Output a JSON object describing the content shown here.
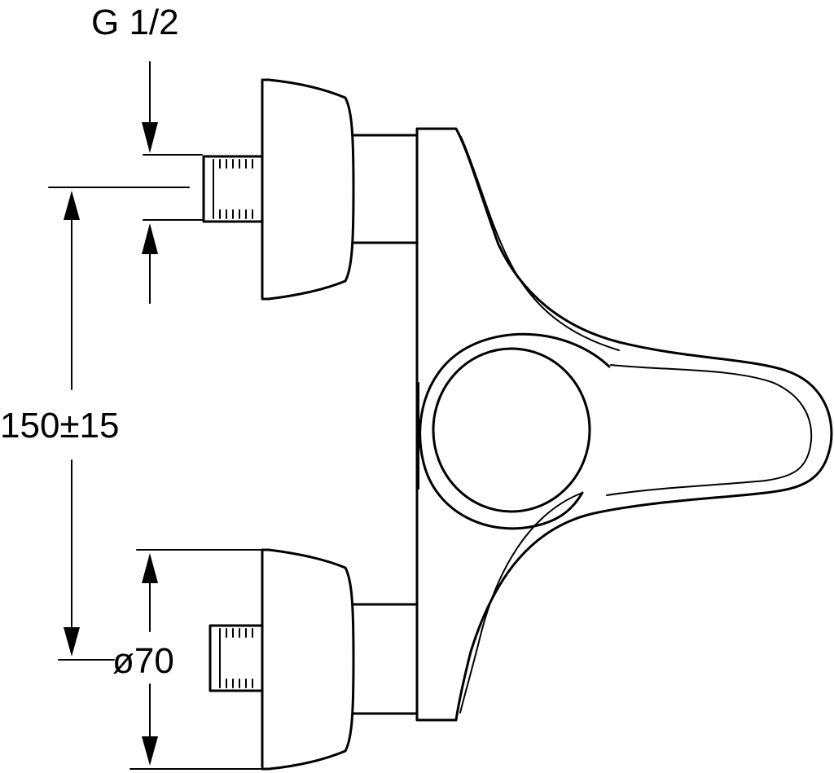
{
  "dimensions": {
    "thread_label": "G 1/2",
    "center_distance_label": "150±15",
    "diameter_label": "ø70"
  },
  "colors": {
    "line": "#000000",
    "background": "#ffffff"
  }
}
